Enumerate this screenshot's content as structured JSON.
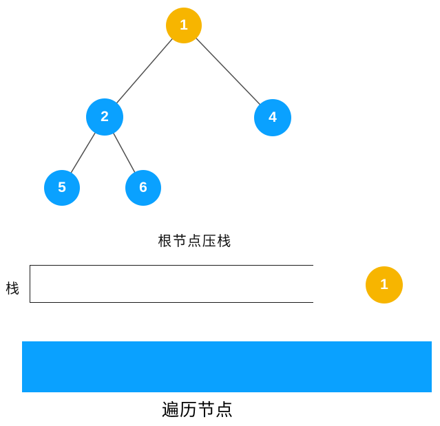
{
  "diagram_title": "binary-tree-preorder-traversal-step",
  "colors": {
    "node_blue": "#0aa1ff",
    "root_orange": "#f7b500",
    "traversal_bar_blue": "#0aa1ff",
    "edge_gray": "#4f4f4f",
    "node_text": "#ffffff",
    "label_text": "#111111"
  },
  "tree": {
    "nodes": [
      {
        "id": "1",
        "label": "1",
        "color": "orange",
        "role": "root"
      },
      {
        "id": "2",
        "label": "2",
        "color": "blue",
        "role": "left-child-of-1"
      },
      {
        "id": "4",
        "label": "4",
        "color": "blue",
        "role": "right-child-of-1"
      },
      {
        "id": "5",
        "label": "5",
        "color": "blue",
        "role": "left-child-of-2"
      },
      {
        "id": "6",
        "label": "6",
        "color": "blue",
        "role": "right-child-of-2"
      }
    ],
    "edges": [
      [
        "1",
        "2"
      ],
      [
        "1",
        "4"
      ],
      [
        "2",
        "5"
      ],
      [
        "2",
        "6"
      ]
    ]
  },
  "stack": {
    "caption": "根节点压栈",
    "label": "栈",
    "items": [],
    "incoming_node": {
      "id": "1",
      "label": "1",
      "color": "orange"
    }
  },
  "traversal": {
    "label": "遍历节点",
    "items": []
  }
}
